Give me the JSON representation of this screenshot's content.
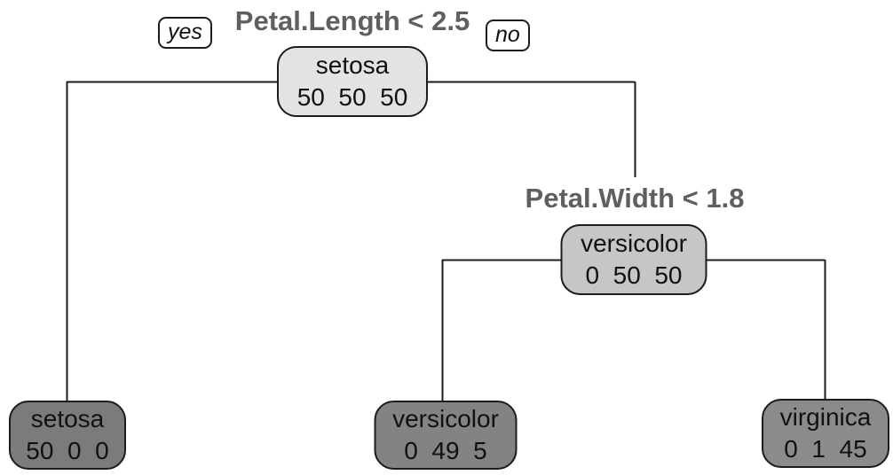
{
  "figure": {
    "type": "decision-tree",
    "description": "rpart classification tree plot"
  },
  "branch_labels": {
    "yes": "yes",
    "no": "no"
  },
  "splits": {
    "root": "Petal.Length < 2.5",
    "internal": "Petal.Width < 1.8"
  },
  "nodes": {
    "root": {
      "label": "setosa",
      "counts": "50  50  50",
      "fill": "#e3e3e3"
    },
    "internal": {
      "label": "versicolor",
      "counts": "0  50  50",
      "fill": "#c6c6c6"
    },
    "leaf_setosa": {
      "label": "setosa",
      "counts": "50  0  0",
      "fill": "#7b7b7b"
    },
    "leaf_versicolor": {
      "label": "versicolor",
      "counts": "0  49  5",
      "fill": "#838383"
    },
    "leaf_virginica": {
      "label": "virginica",
      "counts": "0  1  45",
      "fill": "#8b8b8b"
    }
  },
  "colors": {
    "background": "#ffffff",
    "branch_line": "#1c1c1c",
    "node_border": "#1c1c1c",
    "node_text": "#111111",
    "split_label_text": "#5f5f5f"
  }
}
